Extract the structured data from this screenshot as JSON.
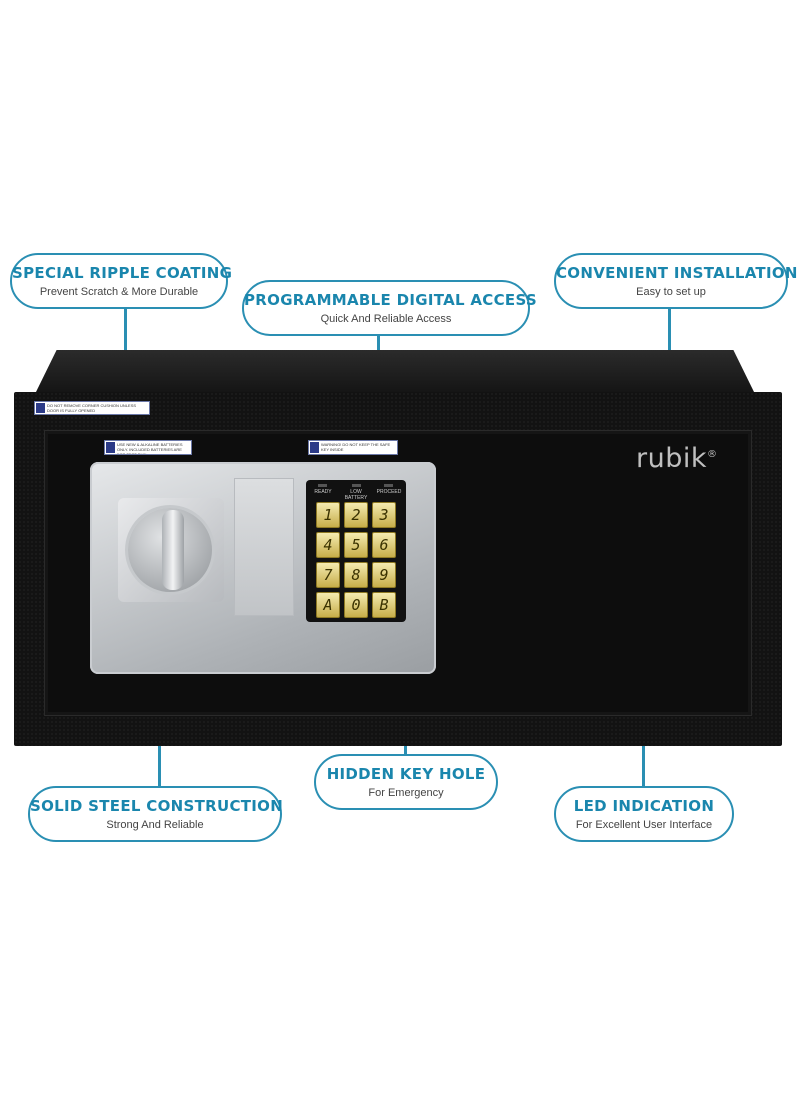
{
  "brand": "rubik",
  "callouts": {
    "ripple": {
      "title": "SPECIAL RIPPLE COATING",
      "subtitle": "Prevent Scratch & More Durable"
    },
    "digital": {
      "title": "PROGRAMMABLE DIGITAL ACCESS",
      "subtitle": "Quick And Reliable Access"
    },
    "install": {
      "title": "CONVENIENT INSTALLATION",
      "subtitle": "Easy to set up"
    },
    "steel": {
      "title": "SOLID STEEL CONSTRUCTION",
      "subtitle": "Strong And Reliable"
    },
    "keyhole": {
      "title": "HIDDEN KEY HOLE",
      "subtitle": "For Emergency"
    },
    "led": {
      "title": "LED INDICATION",
      "subtitle": "For Excellent User Interface"
    }
  },
  "keypad": {
    "led_labels": [
      "READY",
      "LOW BATTERY",
      "PROCEED"
    ],
    "keys": [
      "1",
      "2",
      "3",
      "4",
      "5",
      "6",
      "7",
      "8",
      "9",
      "A",
      "0",
      "B"
    ]
  },
  "stickers": {
    "corner": "DO NOT REMOVE CORNER CUSHION UNLESS DOOR IS FULLY OPENED",
    "battery": "USE NEW & ALKALINE BATTERIES ONLY. INCLUDED BATTERIES ARE FOR TEST RUN",
    "warning": "WARNING! DO NOT KEEP THE SAFE KEY INSIDE"
  },
  "colors": {
    "accent": "#2a8fb3",
    "safe": "#121212",
    "key": "#e3d27a"
  }
}
